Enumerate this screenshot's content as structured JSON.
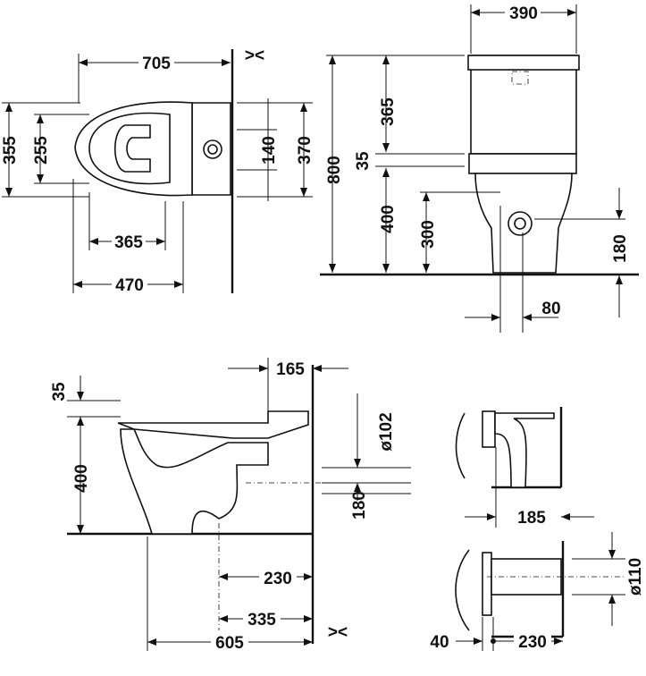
{
  "top_view": {
    "d705": "705",
    "d355": "355",
    "d255": "255",
    "d140": "140",
    "d370": "370",
    "d365": "365",
    "d470": "470",
    "wall_symbol": "><"
  },
  "front_view": {
    "d390": "390",
    "d800": "800",
    "d365": "365",
    "d35": "35",
    "d400": "400",
    "d300": "300",
    "d180": "180",
    "d80": "80"
  },
  "side_view": {
    "d35": "35",
    "d165": "165",
    "d400": "400",
    "d102": "ø102",
    "d180": "180",
    "d230": "230",
    "d335": "335",
    "d605": "605",
    "wall_symbol": "><"
  },
  "detail_views": {
    "d185": "185",
    "d110": "ø110",
    "d40": "40",
    "d230": "230"
  }
}
